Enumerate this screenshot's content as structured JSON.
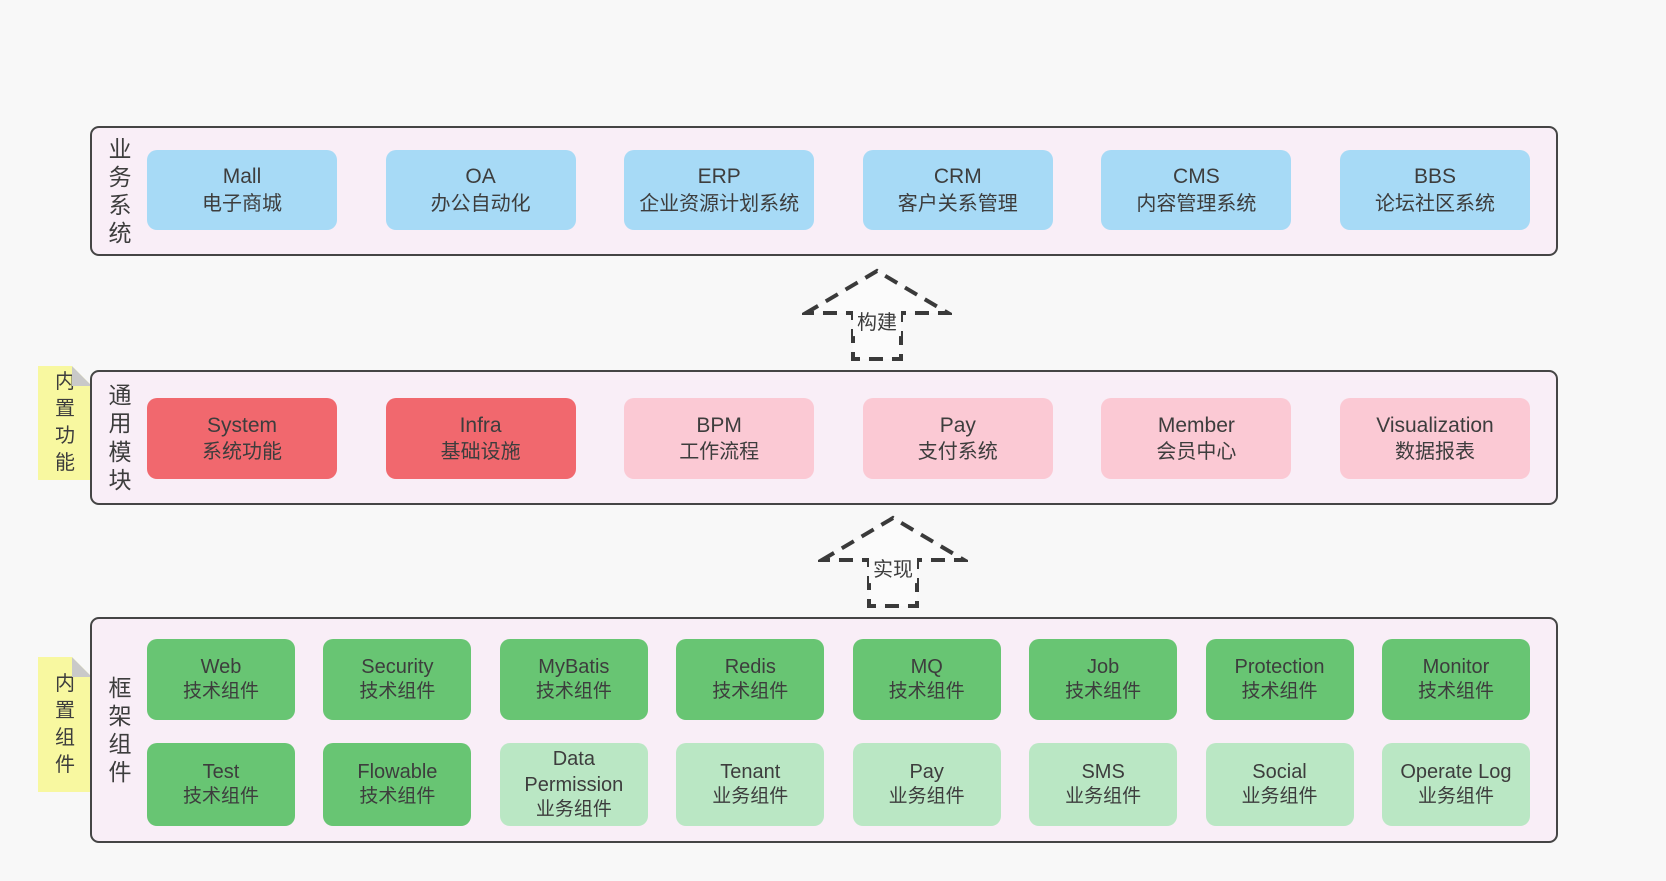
{
  "diagram": {
    "title_hint": "framework architecture diagram",
    "colors": {
      "page_bg": "#f8f8f8",
      "container_fill": "#f9eef7",
      "container_border": "#454545",
      "blue": "#a7daf6",
      "red": "#f1686e",
      "pink": "#fbc9d4",
      "green_dark": "#68c573",
      "green_light": "#bae7c4",
      "tab_yellow": "#f8f8a0",
      "fold_gray": "#c9c9c9",
      "text": "#3d3d3d"
    },
    "arrows": [
      {
        "label": "构建"
      },
      {
        "label": "实现"
      }
    ],
    "sections": {
      "business": {
        "label": "业务系统",
        "boxes": [
          {
            "title": "Mall",
            "subtitle": "电子商城"
          },
          {
            "title": "OA",
            "subtitle": "办公自动化"
          },
          {
            "title": "ERP",
            "subtitle": "企业资源计划系统"
          },
          {
            "title": "CRM",
            "subtitle": "客户关系管理"
          },
          {
            "title": "CMS",
            "subtitle": "内容管理系统"
          },
          {
            "title": "BBS",
            "subtitle": "论坛社区系统"
          }
        ]
      },
      "modules": {
        "label": "通用模块",
        "tab": "内置功能",
        "boxes": [
          {
            "title": "System",
            "subtitle": "系统功能",
            "variant": "red"
          },
          {
            "title": "Infra",
            "subtitle": "基础设施",
            "variant": "red"
          },
          {
            "title": "BPM",
            "subtitle": "工作流程",
            "variant": "pink"
          },
          {
            "title": "Pay",
            "subtitle": "支付系统",
            "variant": "pink"
          },
          {
            "title": "Member",
            "subtitle": "会员中心",
            "variant": "pink"
          },
          {
            "title": "Visualization",
            "subtitle": "数据报表",
            "variant": "pink"
          }
        ]
      },
      "components": {
        "label": "框架组件",
        "tab": "内置组件",
        "row1": [
          {
            "title": "Web",
            "subtitle": "技术组件",
            "variant": "green-dark"
          },
          {
            "title": "Security",
            "subtitle": "技术组件",
            "variant": "green-dark"
          },
          {
            "title": "MyBatis",
            "subtitle": "技术组件",
            "variant": "green-dark"
          },
          {
            "title": "Redis",
            "subtitle": "技术组件",
            "variant": "green-dark"
          },
          {
            "title": "MQ",
            "subtitle": "技术组件",
            "variant": "green-dark"
          },
          {
            "title": "Job",
            "subtitle": "技术组件",
            "variant": "green-dark"
          },
          {
            "title": "Protection",
            "subtitle": "技术组件",
            "variant": "green-dark"
          },
          {
            "title": "Monitor",
            "subtitle": "技术组件",
            "variant": "green-dark"
          }
        ],
        "row2": [
          {
            "title": "Test",
            "subtitle": "技术组件",
            "variant": "green-dark"
          },
          {
            "title": "Flowable",
            "subtitle": "技术组件",
            "variant": "green-dark"
          },
          {
            "title": "Data Permission",
            "subtitle": "业务组件",
            "variant": "green-light"
          },
          {
            "title": "Tenant",
            "subtitle": "业务组件",
            "variant": "green-light"
          },
          {
            "title": "Pay",
            "subtitle": "业务组件",
            "variant": "green-light"
          },
          {
            "title": "SMS",
            "subtitle": "业务组件",
            "variant": "green-light"
          },
          {
            "title": "Social",
            "subtitle": "业务组件",
            "variant": "green-light"
          },
          {
            "title": "Operate Log",
            "subtitle": "业务组件",
            "variant": "green-light"
          }
        ]
      }
    }
  }
}
